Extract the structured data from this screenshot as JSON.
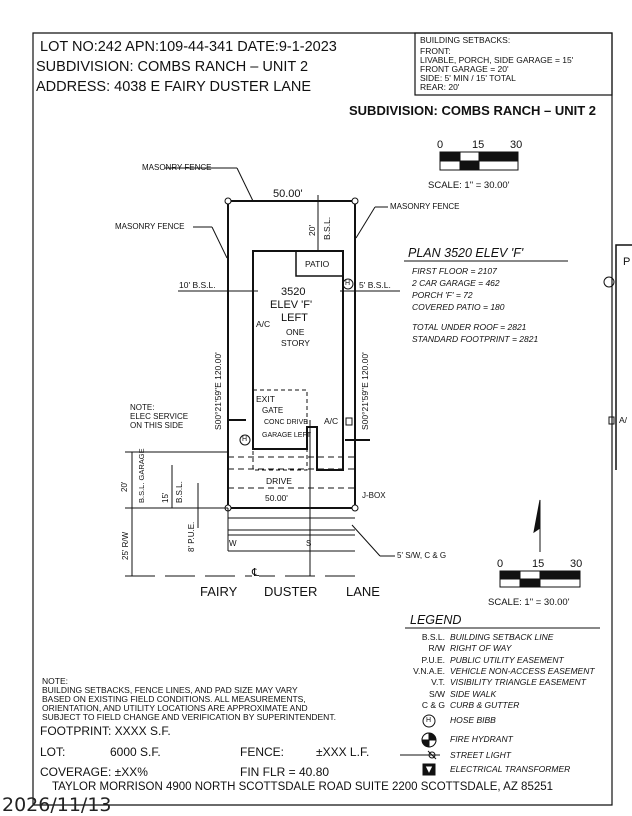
{
  "header": {
    "line1": "LOT NO:242  APN:109-44-341  DATE:9-1-2023",
    "line2": "SUBDIVISION: COMBS RANCH – UNIT 2",
    "line3": "ADDRESS: 4038 E FAIRY DUSTER LANE",
    "subdivision_banner": "SUBDIVISION: COMBS RANCH – UNIT 2"
  },
  "setbacks": {
    "title": "BUILDING SETBACKS:",
    "lines": [
      "FRONT:",
      "LIVABLE, PORCH, SIDE GARAGE = 15'",
      "FRONT GARAGE = 20'",
      "SIDE: 5' MIN / 15' TOTAL",
      "REAR: 20'"
    ]
  },
  "scale_top": {
    "ticks": [
      "0",
      "15",
      "30"
    ],
    "label": "SCALE: 1\" = 30.00'"
  },
  "scale_bottom": {
    "ticks": [
      "0",
      "15",
      "30"
    ],
    "label": "SCALE: 1\" = 30.00'"
  },
  "plot": {
    "masonry_fence_1": "MASONRY FENCE",
    "masonry_fence_2": "MASONRY FENCE",
    "masonry_fence_3": "MASONRY FENCE",
    "rear_width": "50.00'",
    "front_width": "50.00'",
    "rear_setback": "20'",
    "rear_bsl": "B.S.L.",
    "left_bsl": "10' B.S.L.",
    "right_bsl": "5' B.S.L.",
    "left_depth": "S00°21'59\"E  120.00'",
    "right_depth": "S00°21'59\"E  120.00'",
    "patio": "PATIO",
    "house": [
      "3520",
      "ELEV 'F'",
      "LEFT"
    ],
    "stories": [
      "ONE",
      "STORY"
    ],
    "ac_left": "A/C",
    "ac_right": "A/C",
    "exit": "EXIT",
    "gate": "GATE",
    "conc_drive": "CONC DRIVE",
    "garage_left": "GARAGE LEFT",
    "drive": "DRIVE",
    "jbox": "J-BOX",
    "elec_note": [
      "NOTE:",
      "ELEC SERVICE",
      "ON THIS SIDE"
    ],
    "garage_bsl": "20'",
    "garage_bsl_label": "B.S.L. GARAGE",
    "bsl_15": "15'",
    "bsl_15_label": "B.S.L.",
    "pue": "8' P.U.E.",
    "rw": "25' R/W",
    "water": "W",
    "sewer": "S",
    "sidewalk": "5' S/W, C & G",
    "centerline": "℄",
    "street": [
      "FAIRY",
      "DUSTER",
      "LANE"
    ],
    "hose_bibb": "H",
    "neighbor_patio": "P",
    "neighbor_ac": "A/"
  },
  "plan": {
    "title": "PLAN 3520 ELEV 'F'",
    "lines": [
      "FIRST FLOOR = 2107",
      "2 CAR GARAGE = 462",
      "PORCH 'F' = 72",
      "COVERED PATIO = 180"
    ],
    "totals": [
      "TOTAL UNDER ROOF = 2821",
      "STANDARD FOOTPRINT = 2821"
    ]
  },
  "legend": {
    "title": "LEGEND",
    "items": [
      {
        "abbr": "B.S.L.",
        "text": "BUILDING SETBACK LINE"
      },
      {
        "abbr": "R/W",
        "text": "RIGHT OF WAY"
      },
      {
        "abbr": "P.U.E.",
        "text": "PUBLIC UTILITY EASEMENT"
      },
      {
        "abbr": "V.N.A.E.",
        "text": "VEHICLE NON-ACCESS EASEMENT"
      },
      {
        "abbr": "V.T.",
        "text": "VISIBILITY TRIANGLE EASEMENT"
      },
      {
        "abbr": "S/W",
        "text": "SIDE WALK"
      },
      {
        "abbr": "C & G",
        "text": "CURB & GUTTER"
      }
    ],
    "symbols": [
      {
        "icon": "hose-bibb-icon",
        "text": "HOSE BIBB"
      },
      {
        "icon": "fire-hydrant-icon",
        "text": "FIRE HYDRANT"
      },
      {
        "icon": "street-light-icon",
        "text": "STREET LIGHT"
      },
      {
        "icon": "electrical-transformer-icon",
        "text": "ELECTRICAL TRANSFORMER"
      }
    ]
  },
  "notes": {
    "lines": [
      "NOTE:",
      "BUILDING SETBACKS, FENCE LINES, AND PAD SIZE MAY VARY",
      "BASED ON EXISTING FIELD CONDITIONS.  ALL MEASUREMENTS,",
      "ORIENTATION, AND UTILITY LOCATIONS ARE APPROXIMATE AND",
      "SUBJECT TO FIELD CHANGE AND VERIFICATION BY SUPERINTENDENT."
    ]
  },
  "stats": {
    "footprint": "FOOTPRINT: XXXX S.F.",
    "lot_label": "LOT:",
    "lot_value": "6000 S.F.",
    "fence_label": "FENCE:",
    "fence_value": "±XXX L.F.",
    "coverage": "COVERAGE: ±XX%",
    "fin_flr": "FIN FLR =  40.80"
  },
  "footer": "TAYLOR MORRISON 4900 NORTH SCOTTSDALE ROAD SUITE 2200 SCOTTSDALE, AZ  85251",
  "watermark": "2026/11/13"
}
